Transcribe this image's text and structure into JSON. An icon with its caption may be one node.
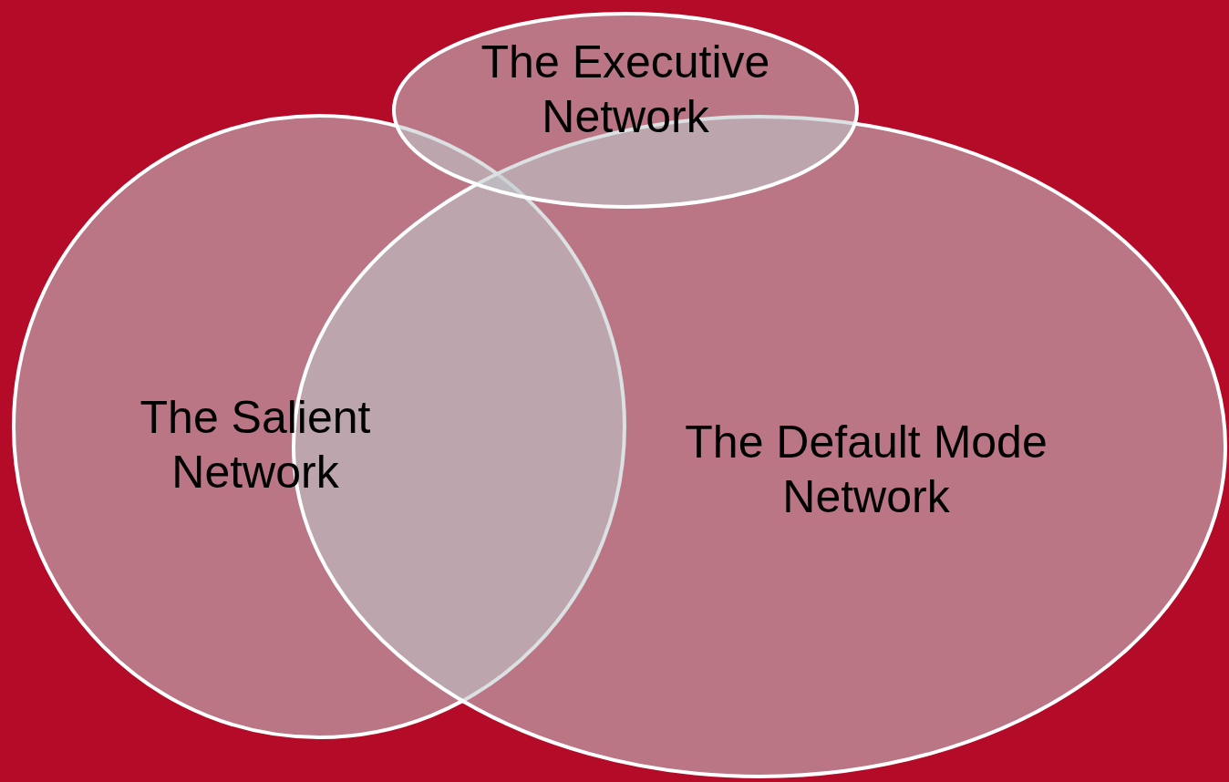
{
  "diagram": {
    "nodes": [
      {
        "text": [
          "The Salient Network"
        ]
      },
      {
        "text": [
          "The Default Mode Network"
        ]
      },
      {
        "text": [
          "The Executive Network"
        ]
      }
    ],
    "edges": []
  }
}
